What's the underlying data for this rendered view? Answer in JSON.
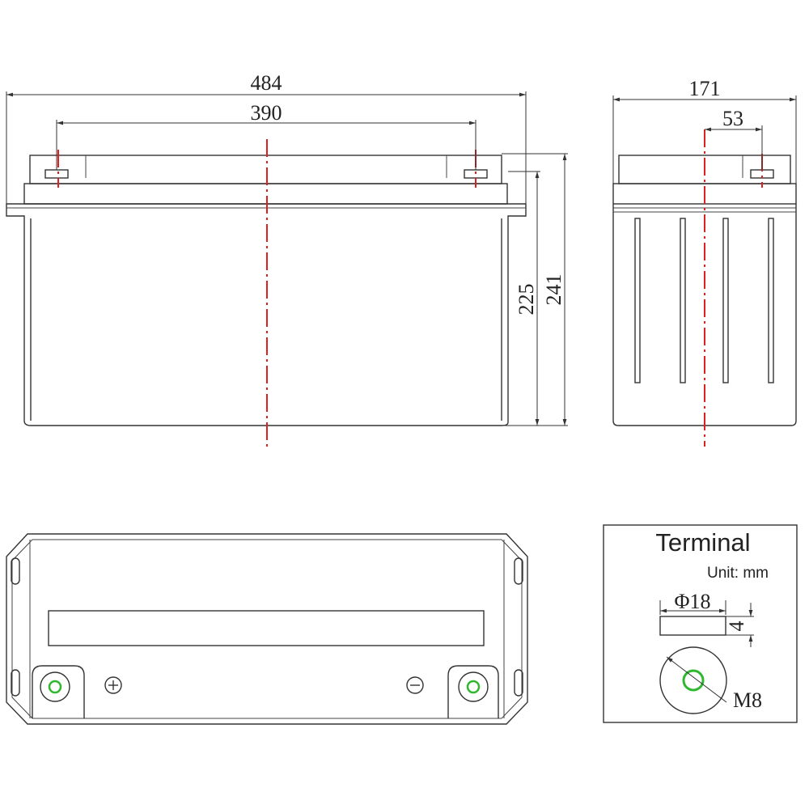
{
  "dimensions": {
    "front_length": "484",
    "terminal_spacing": "390",
    "container_height": "225",
    "total_height": "241",
    "side_width": "171",
    "side_terminal_offset": "53"
  },
  "terminal_box": {
    "title": "Terminal",
    "unit": "Unit: mm",
    "diameter": "Φ18",
    "thickness": "4",
    "thread": "M8"
  },
  "colors": {
    "centerline": "#e0201e",
    "terminal": "#2fb82f",
    "line": "#333333"
  }
}
